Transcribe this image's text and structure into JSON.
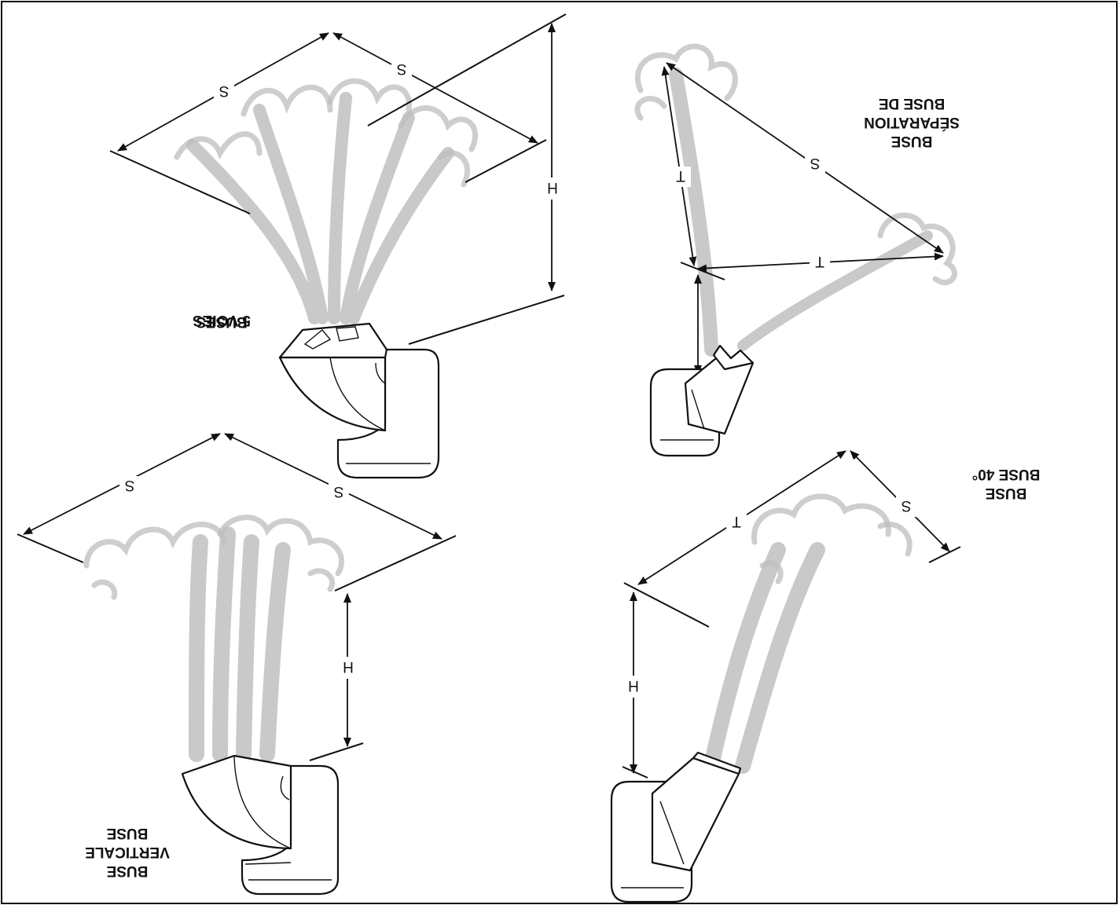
{
  "nozzles": {
    "five_way": {
      "name_line1": "BUSES",
      "name_line2": "5 VOIES",
      "dim_spread_left": "S",
      "dim_spread_right": "S",
      "dim_height": "H"
    },
    "separation": {
      "name_line1": "BUSE DE",
      "name_line2": "SÉPARATION",
      "name_line3": "BUSE",
      "dim_spread": "S",
      "dim_throw_left": "T",
      "dim_throw_bottom": "T"
    },
    "vertical": {
      "name_line1": "BUSE",
      "name_line2": "VERTICALE",
      "name_line3": "BUSE",
      "dim_spread_left": "S",
      "dim_spread_right": "S",
      "dim_height": "H"
    },
    "forty_degree": {
      "name_line1": "BUSE 40°",
      "name_line2": "BUSE",
      "dim_throw": "T",
      "dim_spread": "S",
      "dim_height": "H"
    }
  },
  "colors": {
    "ink": "#111111",
    "spray": "#c4c4c4"
  }
}
